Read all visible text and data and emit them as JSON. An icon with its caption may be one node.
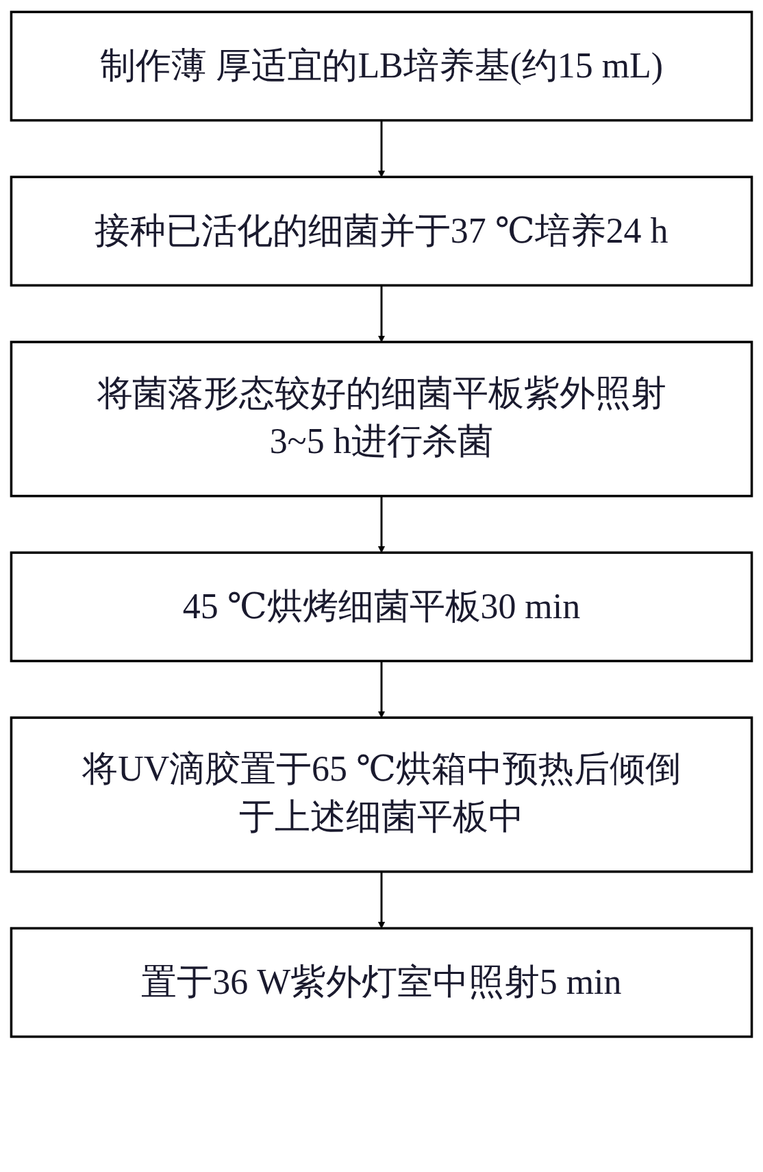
{
  "diagram": {
    "nodes": [
      {
        "text": [
          "制作薄 厚适宜的LB培养基(约15 mL)"
        ]
      },
      {
        "text": [
          "接种已活化的细菌并于37 ℃培养24 h"
        ]
      },
      {
        "text": [
          "将菌落形态较好的细菌平板紫外照射3~5 h进行杀菌"
        ]
      },
      {
        "text": [
          "45 ℃烘烤细菌平板30 min"
        ]
      },
      {
        "text": [
          "将UV滴胶置于65 ℃烘箱中预热后倾倒于上述细菌平板中"
        ]
      },
      {
        "text": [
          "置于36 W紫外灯室中照射5 min"
        ]
      }
    ],
    "edges": [
      {
        "from": 0,
        "to": 1,
        "arrow": "to"
      },
      {
        "from": 1,
        "to": 2,
        "arrow": "to"
      },
      {
        "from": 2,
        "to": 3,
        "arrow": "to"
      },
      {
        "from": 3,
        "to": 4,
        "arrow": "to"
      },
      {
        "from": 4,
        "to": 5,
        "arrow": "to"
      }
    ]
  }
}
